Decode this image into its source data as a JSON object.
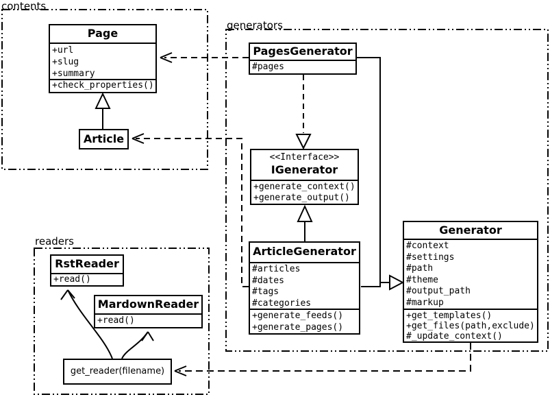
{
  "packages": {
    "contents": {
      "label": "contents"
    },
    "generators": {
      "label": "generators"
    },
    "readers": {
      "label": "readers"
    }
  },
  "classes": {
    "page": {
      "title": "Page",
      "attributes": [
        "+url",
        "+slug",
        "+summary"
      ],
      "methods": [
        "+check_properties()"
      ]
    },
    "article": {
      "title": "Article"
    },
    "pages_generator": {
      "title": "PagesGenerator",
      "attributes": [
        "#pages"
      ]
    },
    "igenerator": {
      "stereotype": "<<Interface>>",
      "title": "IGenerator",
      "methods": [
        "+generate_context()",
        "+generate_output()"
      ]
    },
    "article_generator": {
      "title": "ArticleGenerator",
      "attributes": [
        "#articles",
        "#dates",
        "#tags",
        "#categories"
      ],
      "methods": [
        "+generate_feeds()",
        "+generate_pages()"
      ]
    },
    "generator": {
      "title": "Generator",
      "attributes": [
        "#context",
        "#settings",
        "#path",
        "#theme",
        "#output_path",
        "#markup"
      ],
      "methods": [
        "+get_templates()",
        "+get_files(path,exclude)",
        "#_update_context()"
      ]
    },
    "rst_reader": {
      "title": "RstReader",
      "methods": [
        "+read()"
      ]
    },
    "markdown_reader": {
      "title": "MardownReader",
      "methods": [
        "+read()"
      ]
    },
    "get_reader": {
      "label": "get_reader(filename)"
    }
  },
  "colors": {
    "line": "#000000",
    "background": "#ffffff"
  }
}
